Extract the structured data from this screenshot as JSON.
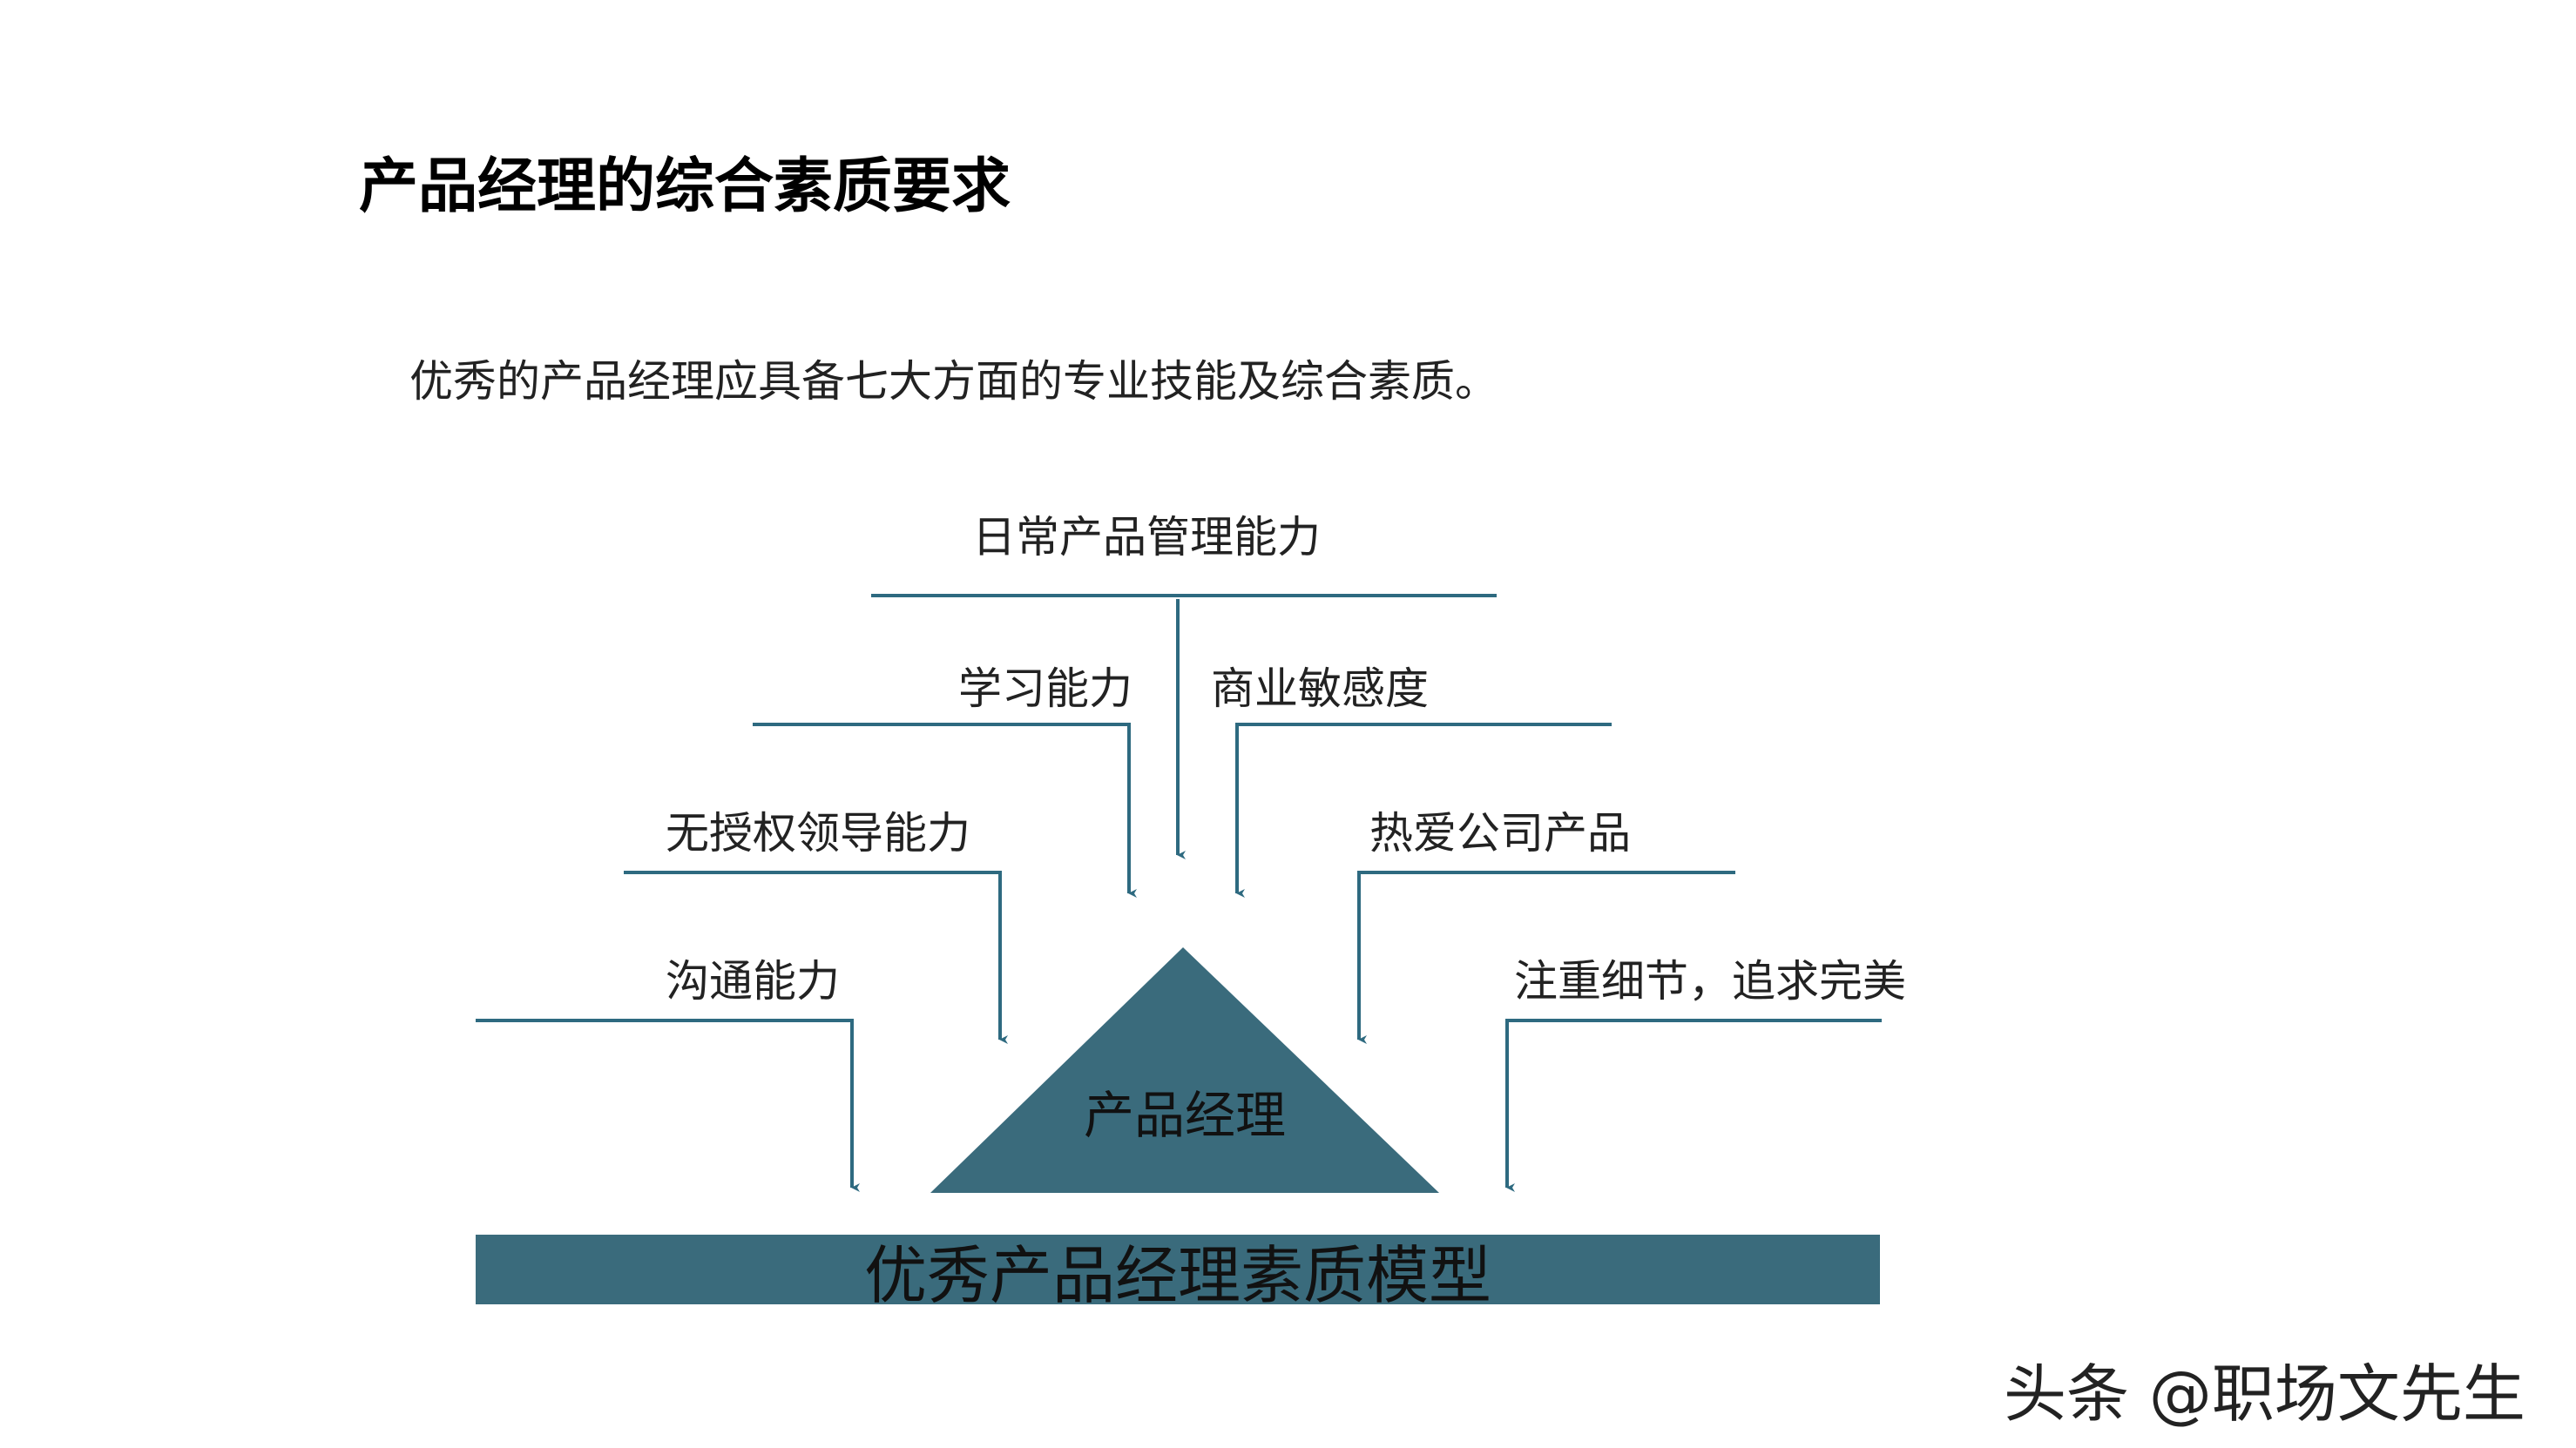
{
  "title": "产品经理的综合素质要求",
  "intro": "优秀的产品经理应具备七大方面的专业技能及综合素质。",
  "center_label": "产品经理",
  "base_label": "优秀产品经理素质模型",
  "skills": {
    "top": "日常产品管理能力",
    "left_1": "学习能力",
    "left_2": "无授权领导能力",
    "left_3": "沟通能力",
    "right_1": "商业敏感度",
    "right_2": "热爱公司产品",
    "right_3": "注重细节，追求完美"
  },
  "watermark": "头条 @职场文先生",
  "colors": {
    "accent": "#3a6b7c",
    "line": "#2e6a80"
  }
}
